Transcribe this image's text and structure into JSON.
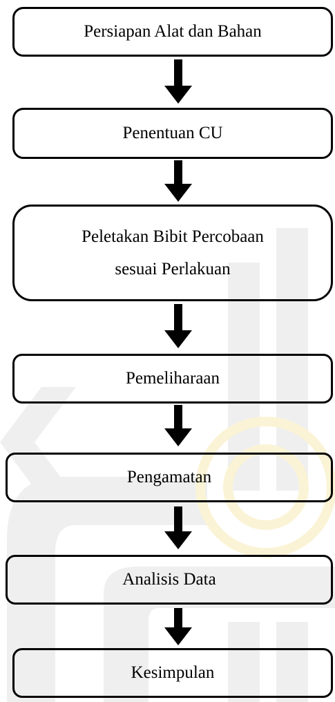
{
  "flowchart": {
    "steps": [
      {
        "label": "Persiapan Alat dan Bahan"
      },
      {
        "label": "Penentuan CU"
      },
      {
        "label": "Peletakan Bibit Percobaan\nsesuai Perlakuan"
      },
      {
        "label": "Pemeliharaan"
      },
      {
        "label": "Pengamatan"
      },
      {
        "label": "Analisis Data"
      },
      {
        "label": "Kesimpulan"
      }
    ],
    "colors": {
      "stroke": "#000000",
      "text": "#000000",
      "watermark_grey": "#efefef",
      "watermark_gold": "#fbf3d6"
    }
  }
}
